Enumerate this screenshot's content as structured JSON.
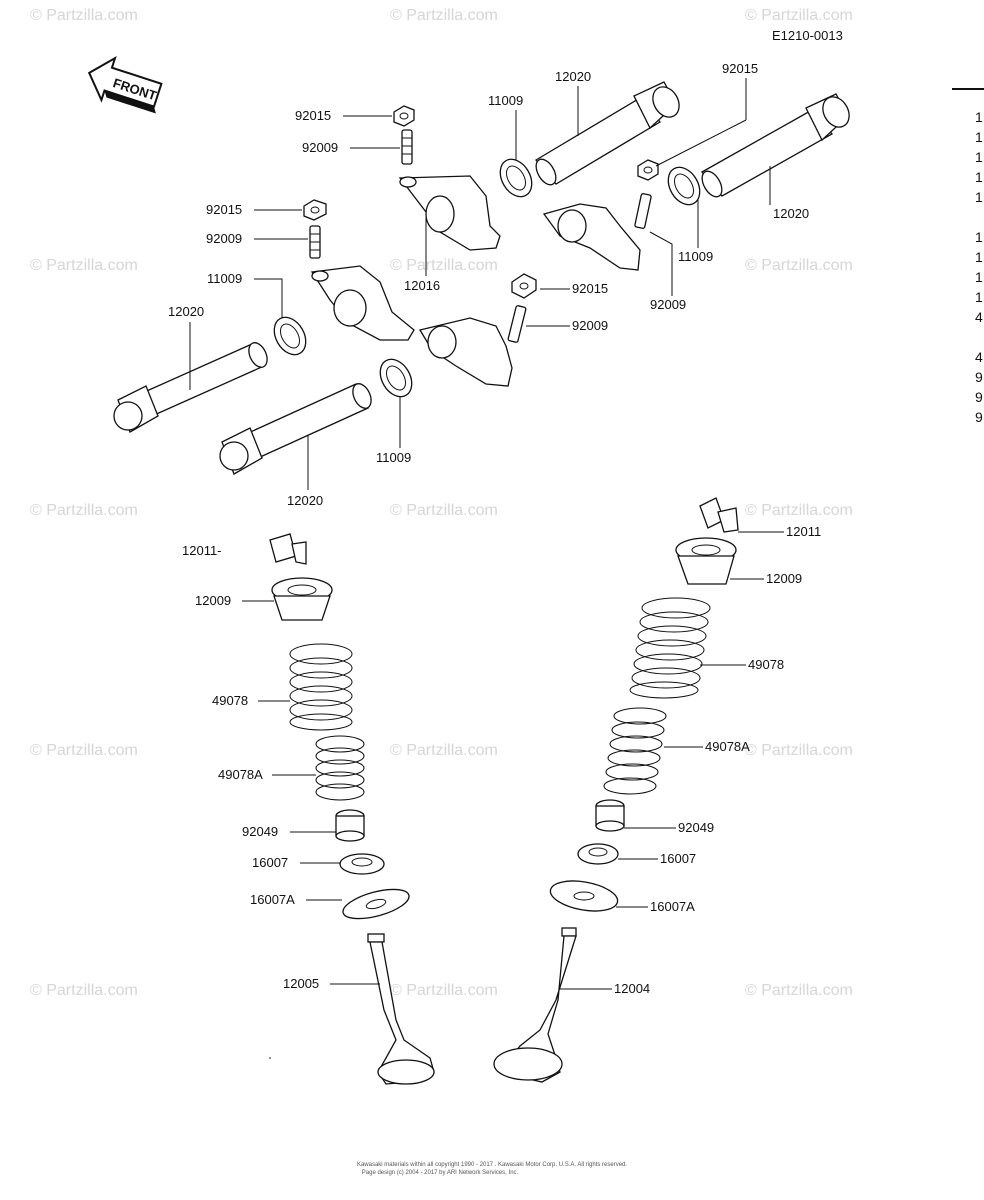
{
  "diagram_code": "E1210-0013",
  "front_label": "FRONT",
  "watermark": "© Partzilla.com",
  "parts": {
    "p92015": "92015",
    "p92009": "92009",
    "p11009": "11009",
    "p12020": "12020",
    "p12016": "12016",
    "p12011": "12011",
    "p12011_left": "12011-",
    "p12009": "12009",
    "p49078": "49078",
    "p49078A": "49078A",
    "p92049": "92049",
    "p16007": "16007",
    "p16007A": "16007A",
    "p12005": "12005",
    "p12004": "12004"
  },
  "footer": {
    "line1": "Kawasaki materials within all copyright 1990 - 2017 . Kawasaki Motor Corp. U.S.A. All rights reserved.",
    "line2": "Page design (c) 2004 - 2017 by ARI Network Services, Inc."
  },
  "right_column": [
    "1",
    "1",
    "1",
    "1",
    "1",
    "1",
    "1",
    "1",
    "1",
    "4",
    "4",
    "9",
    "9",
    "9"
  ]
}
